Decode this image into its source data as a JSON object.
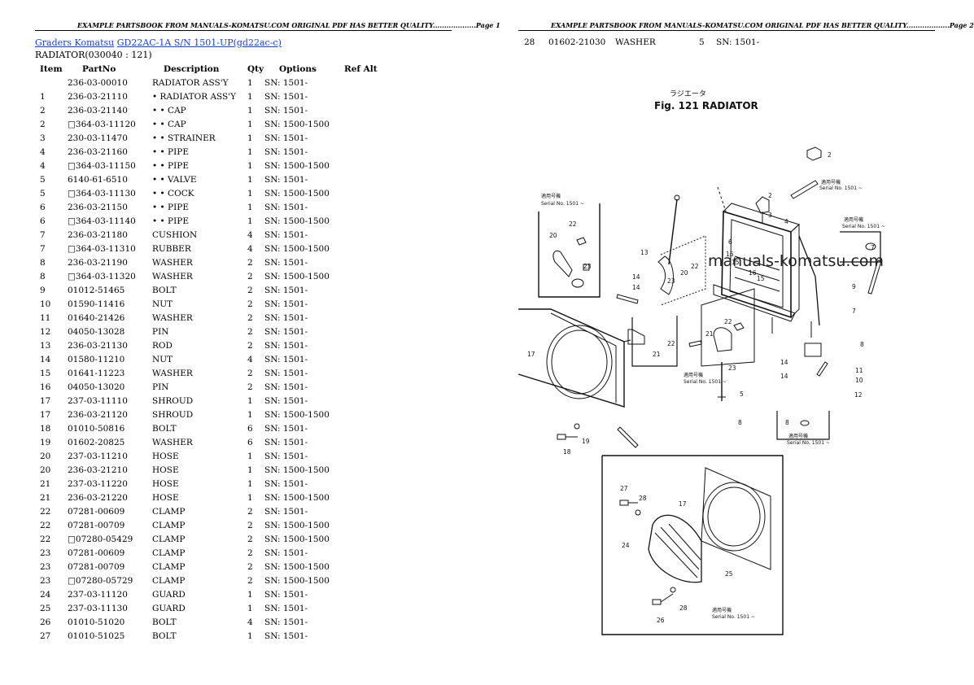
{
  "header_text": "EXAMPLE PARTSBOOK FROM MANUALS-KOMATSU.COM ORIGINAL PDF HAS BETTER QUALITY...................Page 1",
  "header_text_2": "EXAMPLE PARTSBOOK FROM MANUALS-KOMATSU.COM ORIGINAL PDF HAS BETTER QUALITY...................Page 2",
  "breadcrumb": {
    "category": "Graders Komatsu",
    "model": "GD22AC-1A S/N 1501-UP(gd22ac-c)"
  },
  "section_title": "RADIATOR(030040 : 121)",
  "columns": {
    "item": "Item",
    "partno": "PartNo",
    "description": "Description",
    "qty": "Qty",
    "options": "Options",
    "refalt": "Ref Alt"
  },
  "rows": [
    {
      "item": "",
      "partno": "236-03-00010",
      "desc": "RADIATOR ASS'Y",
      "qty": "1",
      "opt": "SN: 1501-"
    },
    {
      "item": "1",
      "partno": "236-03-21110",
      "desc": "• RADIATOR ASS'Y",
      "qty": "1",
      "opt": "SN: 1501-"
    },
    {
      "item": "2",
      "partno": "236-03-21140",
      "desc": "• • CAP",
      "qty": "1",
      "opt": "SN: 1501-"
    },
    {
      "item": "2",
      "partno": "□364-03-11120",
      "desc": "• • CAP",
      "qty": "1",
      "opt": "SN: 1500-1500"
    },
    {
      "item": "3",
      "partno": "230-03-11470",
      "desc": "• • STRAINER",
      "qty": "1",
      "opt": "SN: 1501-"
    },
    {
      "item": "4",
      "partno": "236-03-21160",
      "desc": "• • PIPE",
      "qty": "1",
      "opt": "SN: 1501-"
    },
    {
      "item": "4",
      "partno": "□364-03-11150",
      "desc": "• • PIPE",
      "qty": "1",
      "opt": "SN: 1500-1500"
    },
    {
      "item": "5",
      "partno": "6140-61-6510",
      "desc": "• • VALVE",
      "qty": "1",
      "opt": "SN: 1501-"
    },
    {
      "item": "5",
      "partno": "□364-03-11130",
      "desc": "• • COCK",
      "qty": "1",
      "opt": "SN: 1500-1500"
    },
    {
      "item": "6",
      "partno": "236-03-21150",
      "desc": "• • PIPE",
      "qty": "1",
      "opt": "SN: 1501-"
    },
    {
      "item": "6",
      "partno": "□364-03-11140",
      "desc": "• • PIPE",
      "qty": "1",
      "opt": "SN: 1500-1500"
    },
    {
      "item": "7",
      "partno": "236-03-21180",
      "desc": "CUSHION",
      "qty": "4",
      "opt": "SN: 1501-"
    },
    {
      "item": "7",
      "partno": "□364-03-11310",
      "desc": "RUBBER",
      "qty": "4",
      "opt": "SN: 1500-1500"
    },
    {
      "item": "8",
      "partno": "236-03-21190",
      "desc": "WASHER",
      "qty": "2",
      "opt": "SN: 1501-"
    },
    {
      "item": "8",
      "partno": "□364-03-11320",
      "desc": "WASHER",
      "qty": "2",
      "opt": "SN: 1500-1500"
    },
    {
      "item": "9",
      "partno": "01012-51465",
      "desc": "BOLT",
      "qty": "2",
      "opt": "SN: 1501-"
    },
    {
      "item": "10",
      "partno": "01590-11416",
      "desc": "NUT",
      "qty": "2",
      "opt": "SN: 1501-"
    },
    {
      "item": "11",
      "partno": "01640-21426",
      "desc": "WASHER",
      "qty": "2",
      "opt": "SN: 1501-"
    },
    {
      "item": "12",
      "partno": "04050-13028",
      "desc": "PIN",
      "qty": "2",
      "opt": "SN: 1501-"
    },
    {
      "item": "13",
      "partno": "236-03-21130",
      "desc": "ROD",
      "qty": "2",
      "opt": "SN: 1501-"
    },
    {
      "item": "14",
      "partno": "01580-11210",
      "desc": "NUT",
      "qty": "4",
      "opt": "SN: 1501-"
    },
    {
      "item": "15",
      "partno": "01641-11223",
      "desc": "WASHER",
      "qty": "2",
      "opt": "SN: 1501-"
    },
    {
      "item": "16",
      "partno": "04050-13020",
      "desc": "PIN",
      "qty": "2",
      "opt": "SN: 1501-"
    },
    {
      "item": "17",
      "partno": "237-03-11110",
      "desc": "SHROUD",
      "qty": "1",
      "opt": "SN: 1501-"
    },
    {
      "item": "17",
      "partno": "236-03-21120",
      "desc": "SHROUD",
      "qty": "1",
      "opt": "SN: 1500-1500"
    },
    {
      "item": "18",
      "partno": "01010-50816",
      "desc": "BOLT",
      "qty": "6",
      "opt": "SN: 1501-"
    },
    {
      "item": "19",
      "partno": "01602-20825",
      "desc": "WASHER",
      "qty": "6",
      "opt": "SN: 1501-"
    },
    {
      "item": "20",
      "partno": "237-03-11210",
      "desc": "HOSE",
      "qty": "1",
      "opt": "SN: 1501-"
    },
    {
      "item": "20",
      "partno": "236-03-21210",
      "desc": "HOSE",
      "qty": "1",
      "opt": "SN: 1500-1500"
    },
    {
      "item": "21",
      "partno": "237-03-11220",
      "desc": "HOSE",
      "qty": "1",
      "opt": "SN: 1501-"
    },
    {
      "item": "21",
      "partno": "236-03-21220",
      "desc": "HOSE",
      "qty": "1",
      "opt": "SN: 1500-1500"
    },
    {
      "item": "22",
      "partno": "07281-00609",
      "desc": "CLAMP",
      "qty": "2",
      "opt": "SN: 1501-"
    },
    {
      "item": "22",
      "partno": "07281-00709",
      "desc": "CLAMP",
      "qty": "2",
      "opt": "SN: 1500-1500"
    },
    {
      "item": "22",
      "partno": "□07280-05429",
      "desc": "CLAMP",
      "qty": "2",
      "opt": "SN: 1500-1500"
    },
    {
      "item": "23",
      "partno": "07281-00609",
      "desc": "CLAMP",
      "qty": "2",
      "opt": "SN: 1501-"
    },
    {
      "item": "23",
      "partno": "07281-00709",
      "desc": "CLAMP",
      "qty": "2",
      "opt": "SN: 1500-1500"
    },
    {
      "item": "23",
      "partno": "□07280-05729",
      "desc": "CLAMP",
      "qty": "2",
      "opt": "SN: 1500-1500"
    },
    {
      "item": "24",
      "partno": "237-03-11120",
      "desc": "GUARD",
      "qty": "1",
      "opt": "SN: 1501-"
    },
    {
      "item": "25",
      "partno": "237-03-11130",
      "desc": "GUARD",
      "qty": "1",
      "opt": "SN: 1501-"
    },
    {
      "item": "26",
      "partno": "01010-51020",
      "desc": "BOLT",
      "qty": "4",
      "opt": "SN: 1501-"
    },
    {
      "item": "27",
      "partno": "01010-51025",
      "desc": "BOLT",
      "qty": "1",
      "opt": "SN: 1501-"
    }
  ],
  "page2_row": {
    "item": "28",
    "partno": "01602-21030",
    "desc": "WASHER",
    "qty": "5",
    "opt": "SN: 1501-"
  },
  "diagram": {
    "title_jp": "ラジエータ",
    "title": "Fig. 121  RADIATOR",
    "serial_jp": "適用号機",
    "serial_label": "Serial No. 1501 ~",
    "watermark": "manuals-komatsu.com",
    "callouts": {
      "c1": "2",
      "c2": "2",
      "c3": "3",
      "c4": "4",
      "c5": "6",
      "c6": "16",
      "c7": "15",
      "c8": "16",
      "c9": "15",
      "c10": "13",
      "c11": "14",
      "c12": "14",
      "c13": "20",
      "c14": "22",
      "c15": "23",
      "c16": "20",
      "c17": "22",
      "c18": "23",
      "c19": "7",
      "c20": "9",
      "c21": "7",
      "c22": "17",
      "c23": "22",
      "c24": "21",
      "c25": "21",
      "c26": "22",
      "c27": "23",
      "c28": "8",
      "c29": "14",
      "c30": "14",
      "c31": "11",
      "c32": "10",
      "c33": "12",
      "c34": "5",
      "c35": "8",
      "c36": "8",
      "c37": "18",
      "c38": "19",
      "c39": "27",
      "c40": "28",
      "c41": "17",
      "c42": "24",
      "c43": "25",
      "c44": "28",
      "c45": "26"
    }
  }
}
